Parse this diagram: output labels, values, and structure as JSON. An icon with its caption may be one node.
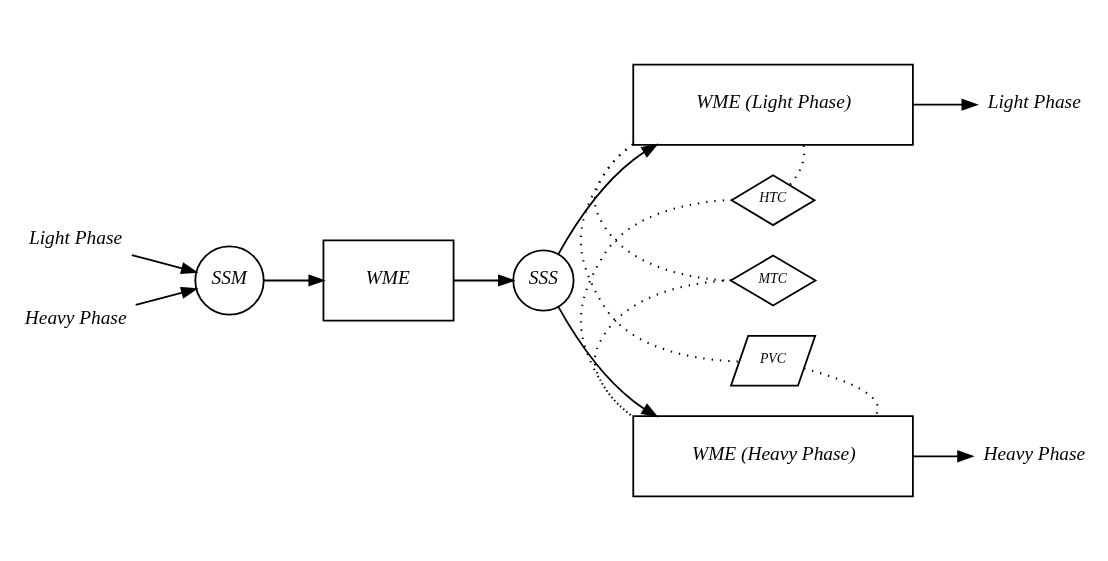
{
  "diagram": {
    "nodes": [
      {
        "text": [
          "Light Phase"
        ]
      },
      {
        "text": [
          "Heavy Phase"
        ]
      },
      {
        "text": [
          "SSM"
        ]
      },
      {
        "text": [
          "WME"
        ]
      },
      {
        "text": [
          "SSS"
        ]
      },
      {
        "text": [
          "WME (Light Phase)"
        ]
      },
      {
        "text": [
          "WME (Heavy Phase)"
        ]
      },
      {
        "text": [
          "HTC"
        ]
      },
      {
        "text": [
          "MTC"
        ]
      },
      {
        "text": [
          "PVC"
        ]
      },
      {
        "text": [
          "Light Phase"
        ]
      },
      {
        "text": [
          "Heavy Phase"
        ]
      }
    ],
    "edges": [
      {
        "from": 0,
        "to": 2,
        "arrow": "to"
      },
      {
        "from": 1,
        "to": 2,
        "arrow": "to"
      },
      {
        "from": 2,
        "to": 3,
        "arrow": "to"
      },
      {
        "from": 3,
        "to": 4,
        "arrow": "to"
      },
      {
        "from": 4,
        "to": 5,
        "arrow": "to"
      },
      {
        "from": 4,
        "to": 6,
        "arrow": "to"
      },
      {
        "from": 5,
        "to": 10,
        "arrow": "to"
      },
      {
        "from": 6,
        "to": 11,
        "arrow": "to"
      },
      {
        "from": 5,
        "to": 7,
        "arrow": "none",
        "style": "dashed"
      },
      {
        "from": 7,
        "to": 6,
        "arrow": "none",
        "style": "dashed"
      },
      {
        "from": 5,
        "to": 8,
        "arrow": "none",
        "style": "dashed"
      },
      {
        "from": 8,
        "to": 6,
        "arrow": "none",
        "style": "dashed"
      },
      {
        "from": 5,
        "to": 9,
        "arrow": "none",
        "style": "dashed"
      },
      {
        "from": 9,
        "to": 6,
        "arrow": "none",
        "style": "dashed"
      }
    ]
  }
}
